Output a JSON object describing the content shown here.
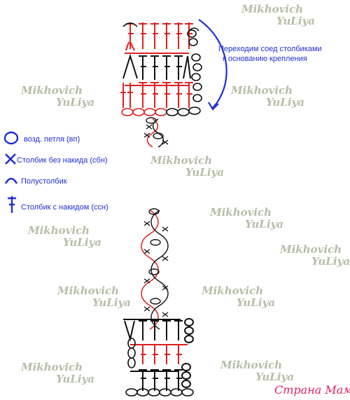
{
  "annotation": {
    "line1": "Переходим соед  столбиками",
    "line2": "к основанию крепления"
  },
  "legend": [
    {
      "symbol": "chain-loop",
      "label": "возд.  петля (вп)"
    },
    {
      "symbol": "single-crochet",
      "label": "Столбик без накида (сбн)"
    },
    {
      "symbol": "half-double-crochet",
      "label": "Полустолбик"
    },
    {
      "symbol": "double-crochet",
      "label": "Столбик с накидом (ссн)"
    }
  ],
  "watermark": {
    "line1": "Mikhovich",
    "line2": "YuLiya"
  },
  "site_logo": "Страна Мам",
  "colors": {
    "red": "#e02020",
    "black": "#111111",
    "blue": "#1f2fd6",
    "watermark": "#b5bea7"
  }
}
